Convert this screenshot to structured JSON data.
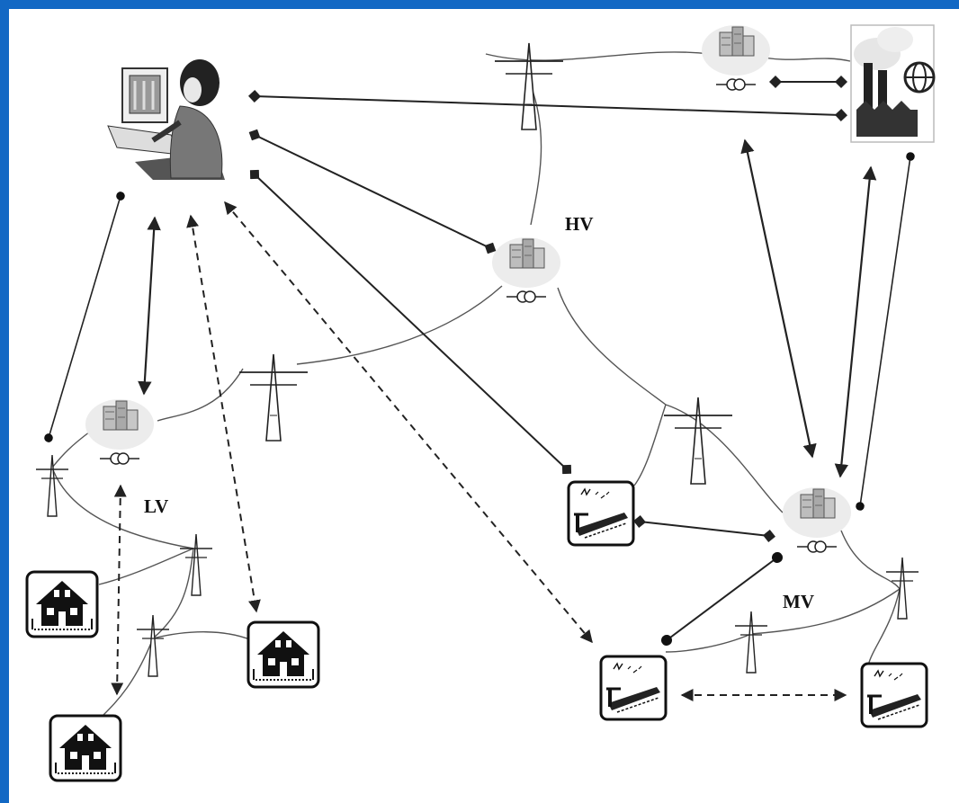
{
  "labels": {
    "hv": "HV",
    "mv": "MV",
    "lv": "LV"
  },
  "colors": {
    "frame": "#1268c4",
    "line": "#222222",
    "cable": "#555555"
  },
  "icons": {
    "operator": "computer-operator-icon",
    "substation": "substation-transformer-icon",
    "power_plant": "power-plant-icon",
    "pylon": "transmission-tower-icon",
    "house": "house-icon",
    "industry": "industrial-load-icon"
  }
}
